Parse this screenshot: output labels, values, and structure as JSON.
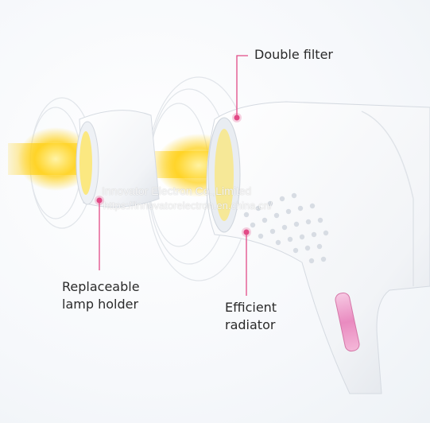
{
  "labels": {
    "double_filter": "Double filter",
    "replaceable_line1": "Replaceable",
    "replaceable_line2": "lamp holder",
    "radiator_line1": "Efficient",
    "radiator_line2": "radiator"
  },
  "watermark": {
    "line1": "Innovator Electron Co.,Limited",
    "line2": "https://innovatorelectron.en.china.cn/"
  },
  "colors": {
    "callout": "#e24a86",
    "beam": "#ffd21e",
    "device": "#ffffff",
    "accent_pink": "#e98bc0"
  }
}
